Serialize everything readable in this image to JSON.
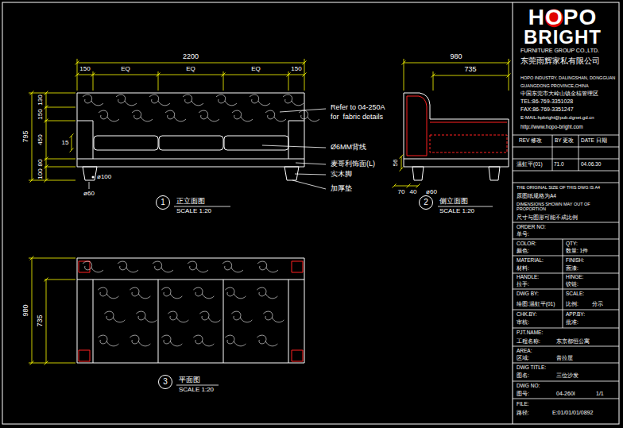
{
  "diagram": {
    "nodes": [
      {
        "text": [
          "1"
        ]
      },
      {
        "text": [
          "2"
        ]
      },
      {
        "text": [
          "3"
        ]
      }
    ],
    "labels": [
      "2200",
      "150",
      "EQ",
      "EQ",
      "EQ",
      "150",
      "795",
      "130",
      "150",
      "450",
      "15",
      "100",
      "80",
      "ø100",
      "ø60",
      "Refer to 04-250A",
      "for  fabric details",
      "Ø6MM背线",
      "麦哥利饰面(L)",
      "实木脚",
      "加厚垫",
      "正立面图",
      "SCALE 1:20",
      "980",
      "735",
      "56",
      "70",
      "40",
      "ø60",
      "侧立面图",
      "SCALE 1:20",
      "980",
      "735",
      "平面图",
      "SCALE 1:20",
      "HOPO",
      "BRIGHT",
      "FURNITURE GROUP CO.,LTD.",
      "东莞雨辉家私有限公司",
      "HOPO INDUSTRY, DALINGSHAN, DONGGUAN",
      "GUANGDONG PROVINCE,CHINA",
      "中国东莞市大岭山镇金桔管理区",
      "TEL:86-769-3351028",
      "FAX:86-769-3351247",
      "E-MAIL:hpbright@pub.dgnet.gd.cn",
      "http://www.hopo-bright.com",
      "REV 修改",
      "BY 更改",
      "DATE 日期",
      "温虹平(01)",
      "71.0",
      "04.06.30",
      "THE ORIGINAL SIZE OF THIS DWG IS A4",
      "原图纸规格为A4",
      "DIMENSIONS SHOWN MAY OUT OF PROPORTION",
      "尺寸与图形可能不成比例",
      "ORDER NO:",
      "单号:",
      "COLOR:",
      "QTY:",
      "颜色:",
      "数量: 1件",
      "MATERIAL:",
      "FINISH:",
      "材料:",
      "面漆:",
      "HANDLE:",
      "HINGE:",
      "拉手:",
      "铰链:",
      "DWG BY:",
      "SCALE:",
      "绘图:温虹平(01)",
      "比例:",
      "分示",
      "CHK.BY:",
      "APP.BY:",
      "审核:",
      "批准:",
      "PJT.NAME:",
      "工程名称:",
      "东京都恒公寓",
      "AREA:",
      "区域:",
      "普拉屋",
      "DWG TITLE:",
      "图名:",
      "三位沙发",
      "DWG NO:",
      "图号:",
      "04-260I",
      "1/1",
      "FILE:",
      "路径:",
      "E:01/01/01/0892"
    ]
  }
}
